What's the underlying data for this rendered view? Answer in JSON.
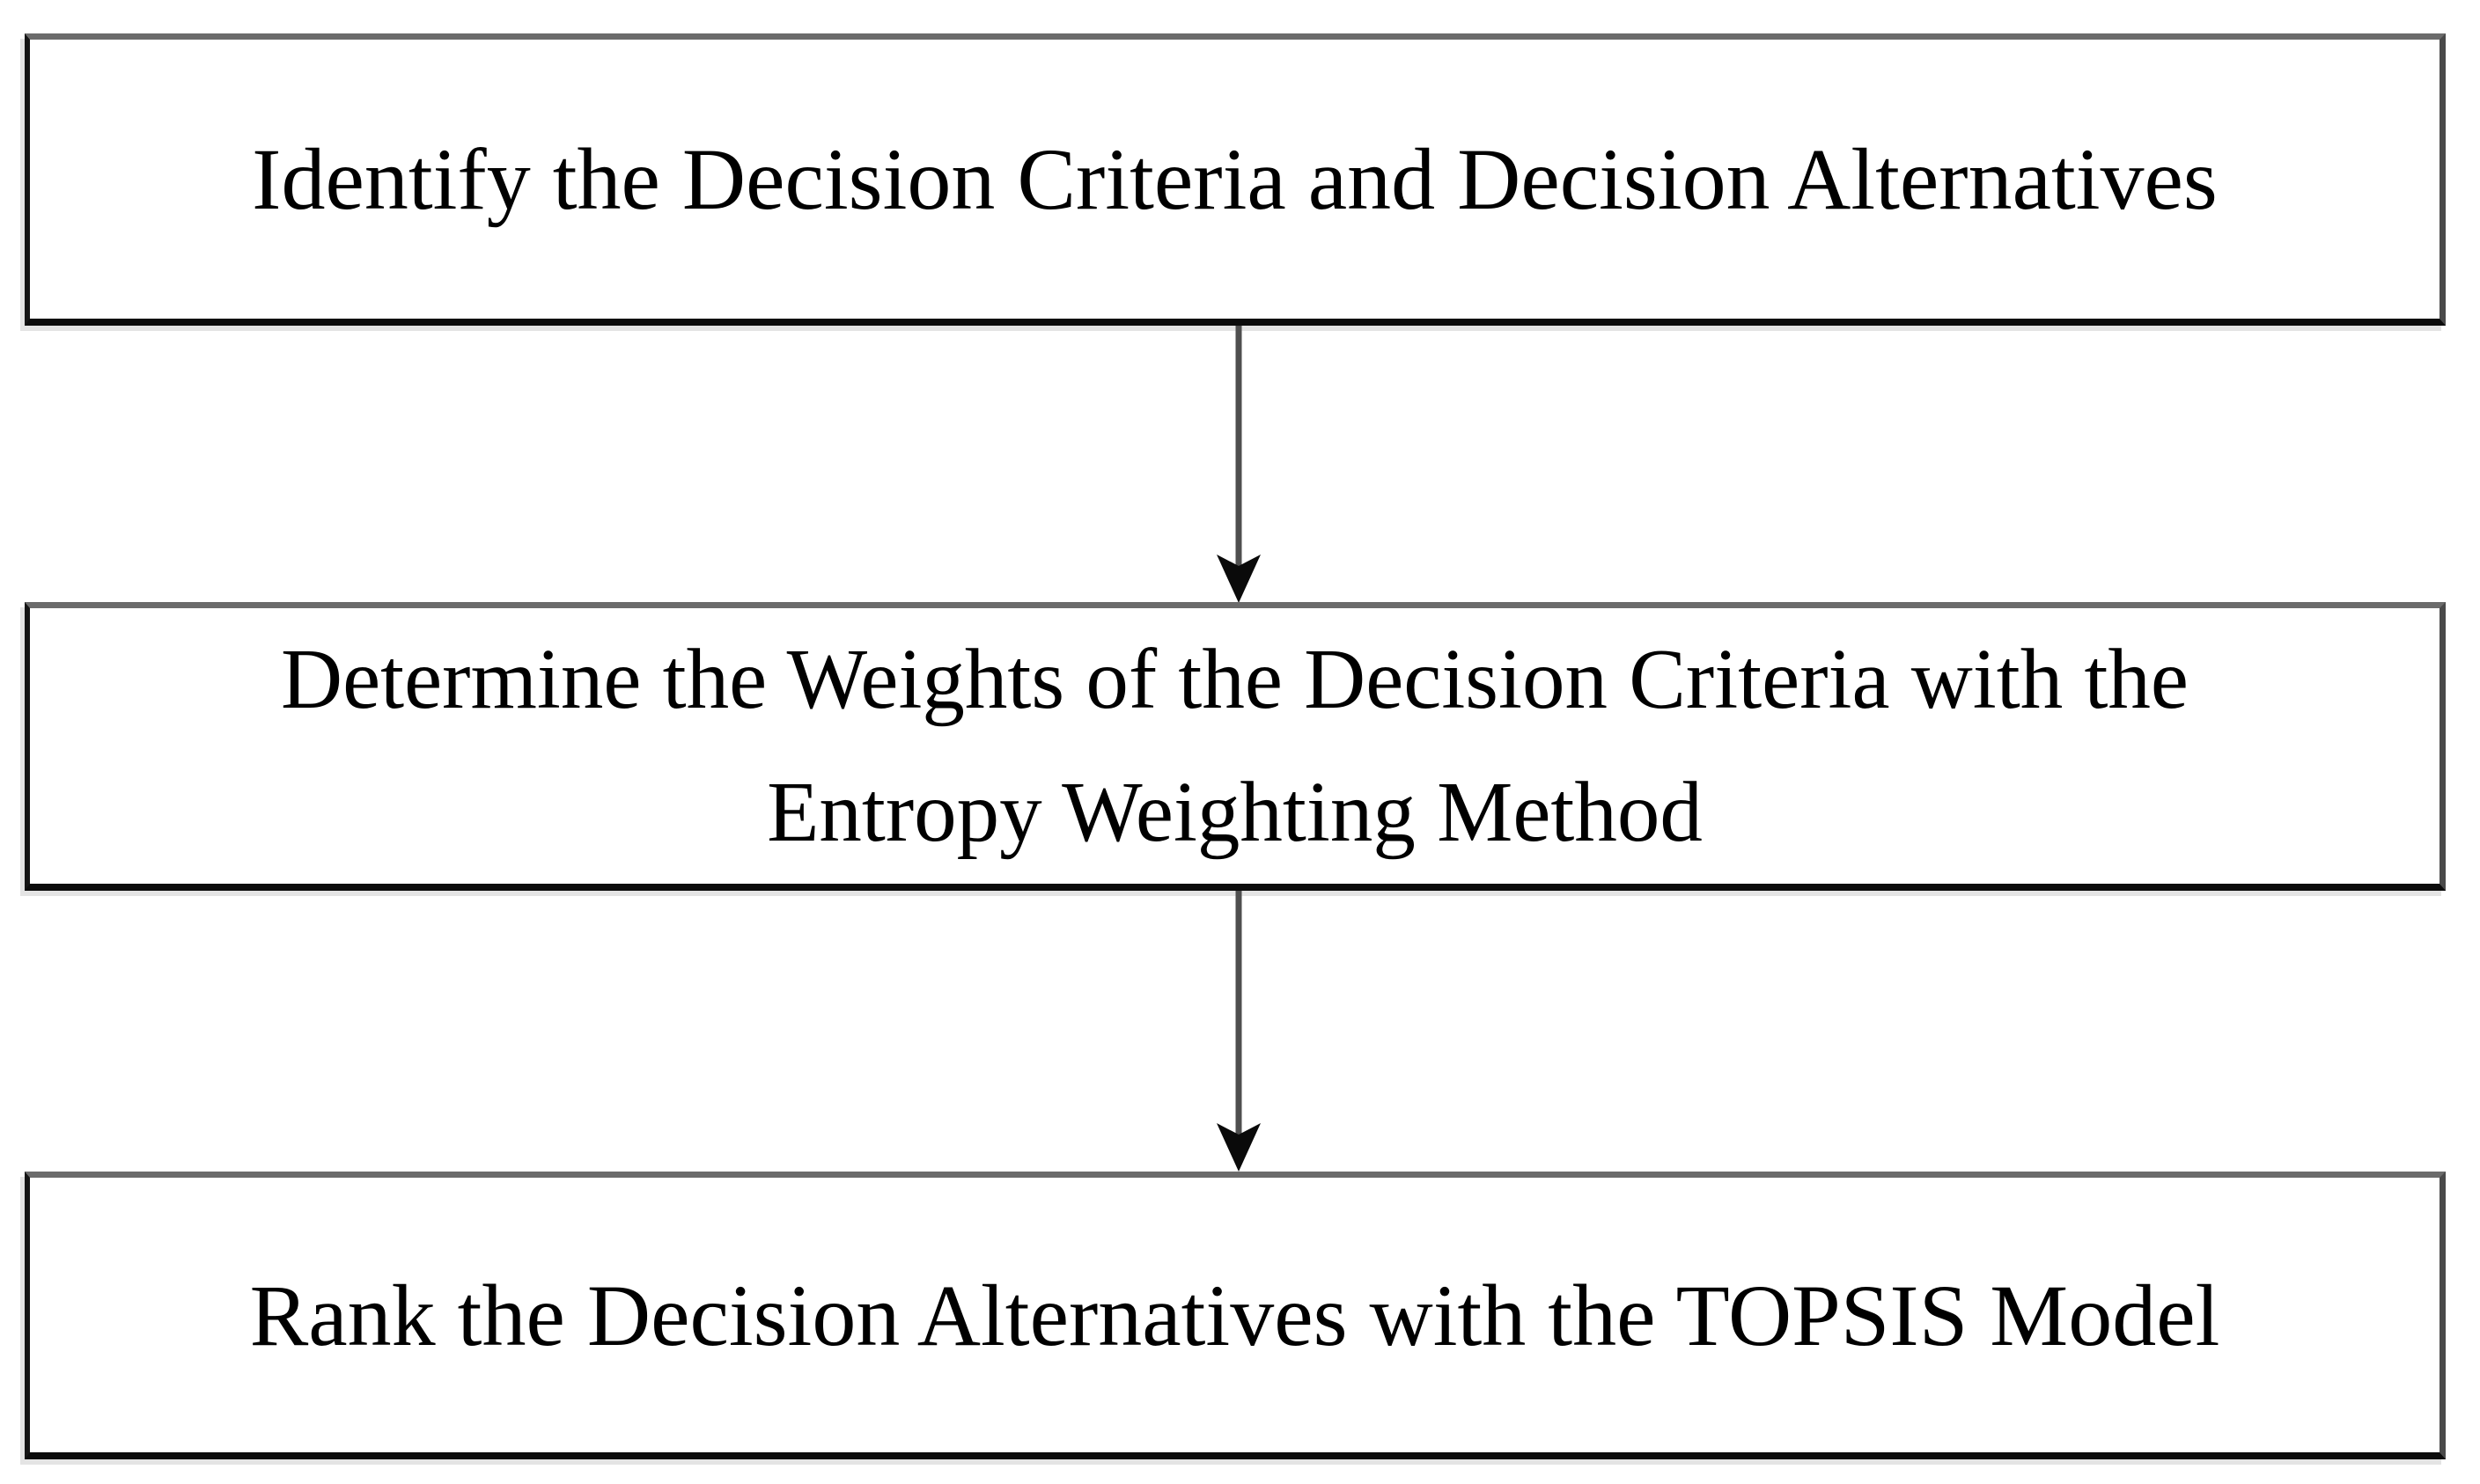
{
  "diagram": {
    "type": "flowchart",
    "direction": "top-down",
    "background_color": "#ffffff",
    "node_fill_color": "#ffffff",
    "node_border_color": "#151515",
    "node_border_top_color": "#6b6b6b",
    "text_color": "#000000",
    "arrow_line_color": "#4f4f4f",
    "arrow_head_color": "#0a0a0a",
    "nodes": [
      {
        "id": "step-1",
        "label": "Identify the Decision Criteria and Decision Alternatives",
        "lines": [
          "Identify the Decision Criteria and Decision Alternatives"
        ]
      },
      {
        "id": "step-2",
        "label": "Determine the Weights of the Decision Criteria with the Entropy Weighting Method",
        "lines": [
          "Determine the Weights of the Decision Criteria with the",
          "Entropy Weighting Method"
        ]
      },
      {
        "id": "step-3",
        "label": "Rank the Decision Alternatives with the TOPSIS Model",
        "lines": [
          "Rank the Decision Alternatives with the TOPSIS Model"
        ]
      }
    ],
    "edges": [
      {
        "from": "step-1",
        "to": "step-2",
        "style": "arrow-down"
      },
      {
        "from": "step-2",
        "to": "step-3",
        "style": "arrow-down"
      }
    ]
  }
}
